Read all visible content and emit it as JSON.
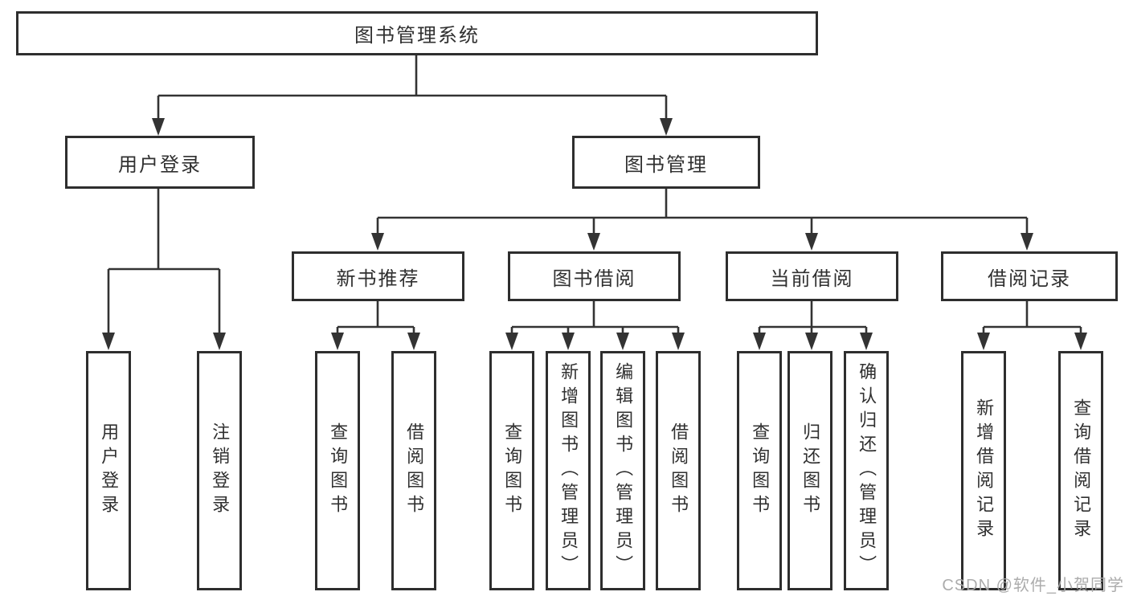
{
  "diagram": {
    "root": {
      "label": "图书管理系统"
    },
    "branches": [
      {
        "label": "用户登录",
        "children": [
          {
            "label": "用户登录"
          },
          {
            "label": "注销登录"
          }
        ]
      },
      {
        "label": "图书管理",
        "children": [
          {
            "label": "新书推荐",
            "children": [
              {
                "label": "查询图书"
              },
              {
                "label": "借阅图书"
              }
            ]
          },
          {
            "label": "图书借阅",
            "children": [
              {
                "label": "查询图书"
              },
              {
                "label": "新增图书（管理员）"
              },
              {
                "label": "编辑图书（管理员）"
              },
              {
                "label": "借阅图书"
              }
            ]
          },
          {
            "label": "当前借阅",
            "children": [
              {
                "label": "查询图书"
              },
              {
                "label": "归还图书"
              },
              {
                "label": "确认归还（管理员）"
              }
            ]
          },
          {
            "label": "借阅记录",
            "children": [
              {
                "label": "新增借阅记录"
              },
              {
                "label": "查询借阅记录"
              }
            ]
          }
        ]
      }
    ]
  },
  "watermark": {
    "text": "CSDN @软件_小贺同学"
  },
  "colors": {
    "line": "#333333",
    "box_border": "#2e2e2e",
    "box_fill": "#ffffff",
    "text": "#303030",
    "watermark": "#a8a8a8"
  }
}
